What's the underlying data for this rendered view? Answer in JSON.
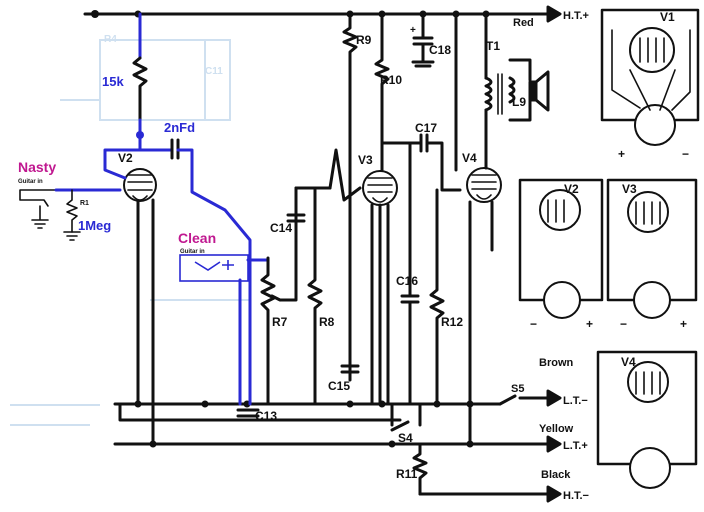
{
  "labels": {
    "nasty": "Nasty",
    "nasty_sub": "Guitar in",
    "clean": "Clean",
    "clean_sub": "Guitar in",
    "r_15k": "15k",
    "c_2nfd": "2nFd",
    "r_1meg": "1Meg",
    "r1": "R1",
    "r9": "R9",
    "r10": "R10",
    "c18": "C18",
    "t1": "T1",
    "l9": "L9",
    "c17": "C17",
    "c14": "C14",
    "c16": "C16",
    "r7": "R7",
    "r8": "R8",
    "r12": "R12",
    "c15": "C15",
    "c13": "C13",
    "s4": "S4",
    "s5": "S5",
    "r11": "R11",
    "v1": "V1",
    "v2": "V2",
    "v3": "V3",
    "v4": "V4",
    "red": "Red",
    "brown": "Brown",
    "yellow": "Yellow",
    "black": "Black",
    "ht_plus": "H.T.+",
    "lt_minus": "L.T.−",
    "lt_plus": "L.T.+",
    "ht_minus": "H.T.−",
    "r4_ghost": "R4",
    "c11_ghost": "C11",
    "plus": "+",
    "minus": "−"
  },
  "colors": {
    "ink": "#111111",
    "mod_blue": "#2a2ad4",
    "nasty_magenta": "#c01890",
    "ghost": "#cfe0f0"
  }
}
